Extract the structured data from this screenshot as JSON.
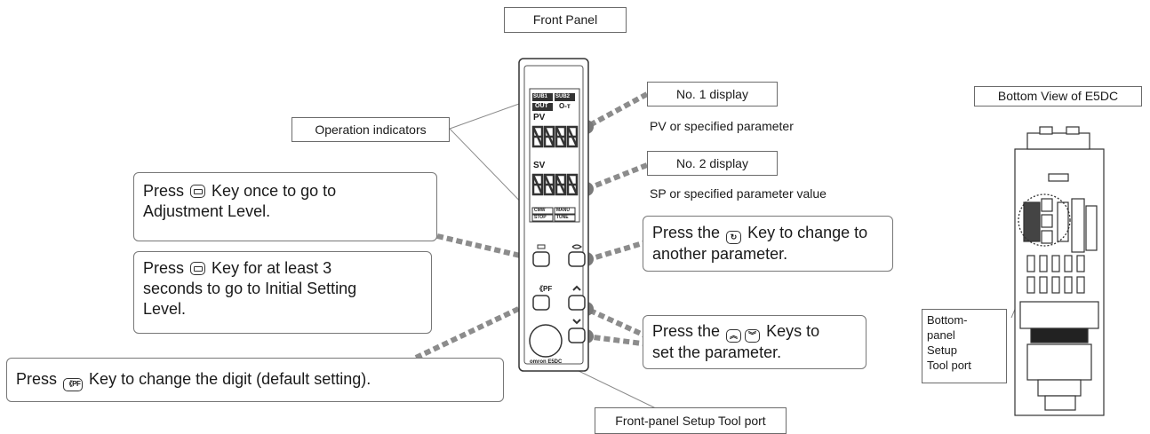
{
  "labels": {
    "front_panel": "Front Panel",
    "bottom_view": "Bottom View of E5DC",
    "operation_indicators": "Operation indicators",
    "no1_display": "No. 1 display",
    "no1_caption": "PV or specified parameter",
    "no2_display": "No. 2 display",
    "no2_caption": "SP or specified parameter value",
    "front_port": "Front-panel Setup Tool port",
    "bottom_port_1": "Bottom-",
    "bottom_port_2": "panel",
    "bottom_port_3": "Setup",
    "bottom_port_4": "Tool port"
  },
  "callouts": {
    "adjust_1": "Press",
    "adjust_2": "Key once to go to",
    "adjust_3": "Adjustment Level.",
    "initial_1": "Press",
    "initial_2": "Key for at least 3",
    "initial_3": "seconds to go to Initial Setting",
    "initial_4": "Level.",
    "digit_1": "Press",
    "digit_2": "Key to change the digit (default setting).",
    "param_1": "Press the",
    "param_2": "Key to change to",
    "param_3": "another parameter.",
    "set_1": "Press the",
    "set_2": "Keys to",
    "set_3": "set the parameter."
  },
  "device": {
    "ind_sub1": "SUB1",
    "ind_sub2": "SUB2",
    "ind_out": "OUT",
    "ind_key": "O-ᴛ",
    "pv": "PV",
    "sv": "SV",
    "ind_cmw": "CMW",
    "ind_manu": "MANU",
    "ind_stop": "STOP",
    "ind_tune": "TUNE",
    "pf_mark": "《PF",
    "brand": "omron E5DC"
  },
  "icons": {
    "mode_key": "mode-key-icon",
    "cycle_key": "cycle-key-icon",
    "pf_key": "pf-key-icon",
    "up_key": "up-key-icon",
    "down_key": "down-key-icon",
    "pf_text": "《PF"
  }
}
